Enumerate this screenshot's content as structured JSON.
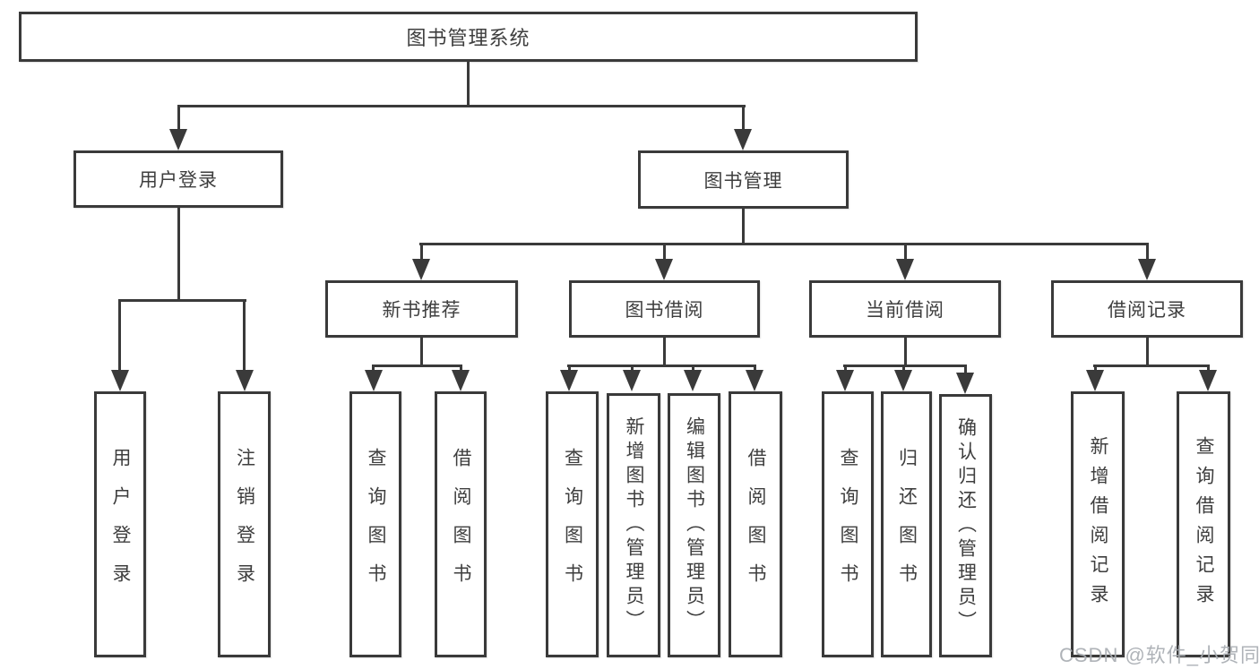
{
  "tree": {
    "root": {
      "label": "图书管理系统"
    },
    "level2": [
      {
        "label": "用户登录",
        "children": [
          {
            "label": "用户登录"
          },
          {
            "label": "注销登录"
          }
        ]
      },
      {
        "label": "图书管理",
        "children": [
          {
            "label": "新书推荐",
            "children": [
              {
                "label": "查询图书"
              },
              {
                "label": "借阅图书"
              }
            ]
          },
          {
            "label": "图书借阅",
            "children": [
              {
                "label": "查询图书"
              },
              {
                "label": "新增图书（管理员）"
              },
              {
                "label": "编辑图书（管理员）"
              },
              {
                "label": "借阅图书"
              }
            ]
          },
          {
            "label": "当前借阅",
            "children": [
              {
                "label": "查询图书"
              },
              {
                "label": "归还图书"
              },
              {
                "label": "确认归还（管理员）"
              }
            ]
          },
          {
            "label": "借阅记录",
            "children": [
              {
                "label": "新增借阅记录"
              },
              {
                "label": "查询借阅记录"
              }
            ]
          }
        ]
      }
    ]
  },
  "watermark": {
    "text": "CSDN @软件_小贺同学"
  },
  "colors": {
    "line": "#3a3a3a",
    "text": "#3e3e3e",
    "background": "#ffffff",
    "watermark": "#a8adb2"
  }
}
